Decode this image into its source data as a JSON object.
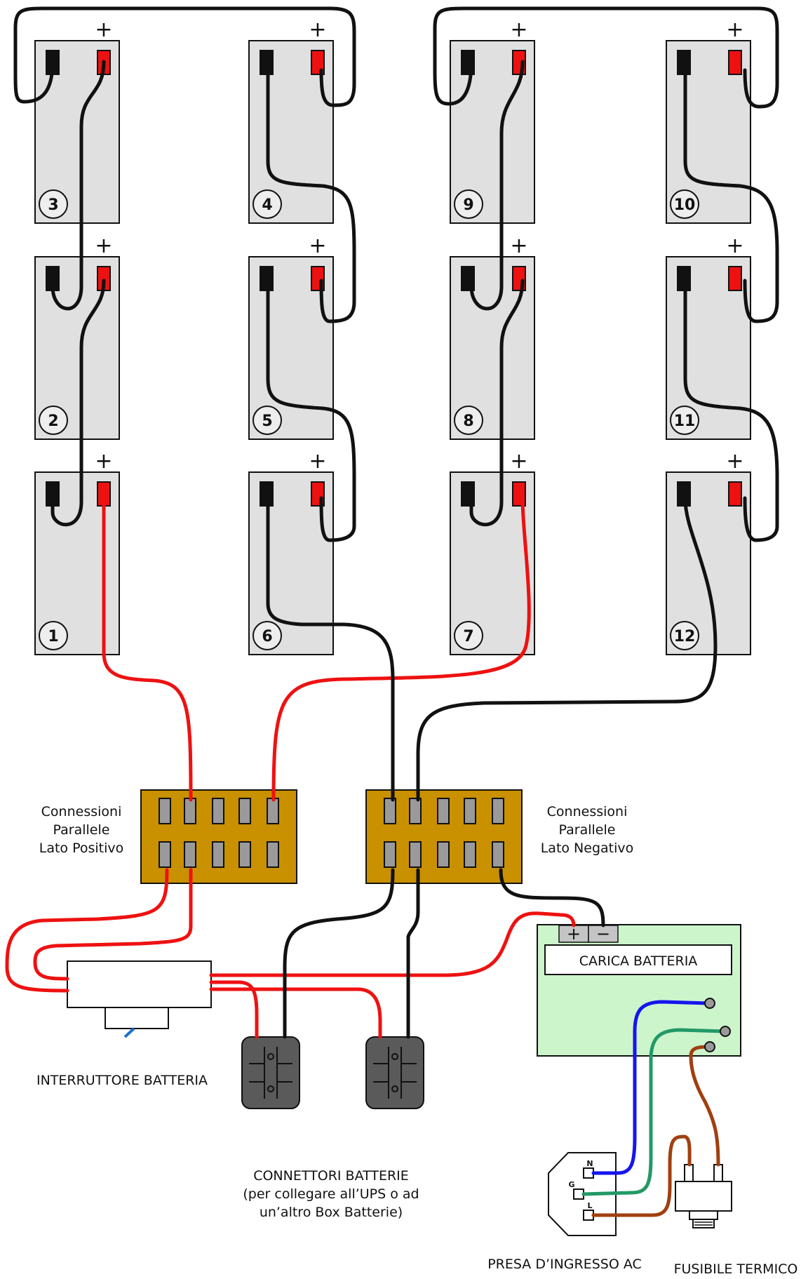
{
  "colors": {
    "battery_fill": "#e0e0e0",
    "bus_fill": "#c99000",
    "charger_fill": "#ccf5cc",
    "wire_red": "#ee1111",
    "wire_black": "#111111",
    "wire_blue": "#1515ee",
    "wire_green": "#229966",
    "wire_brown": "#a04010",
    "connector_fill": "#5a5a5a"
  },
  "batteries": [
    {
      "number": "1",
      "plus": "+"
    },
    {
      "number": "2",
      "plus": "+"
    },
    {
      "number": "3",
      "plus": "+"
    },
    {
      "number": "4",
      "plus": "+"
    },
    {
      "number": "5",
      "plus": "+"
    },
    {
      "number": "6",
      "plus": "+"
    },
    {
      "number": "7",
      "plus": "+"
    },
    {
      "number": "8",
      "plus": "+"
    },
    {
      "number": "9",
      "plus": "+"
    },
    {
      "number": "10",
      "plus": "+"
    },
    {
      "number": "11",
      "plus": "+"
    },
    {
      "number": "12",
      "plus": "+"
    }
  ],
  "labels": {
    "pos_bus": [
      "Connessioni",
      "Parallele",
      "Lato Positivo"
    ],
    "neg_bus": [
      "Connessioni",
      "Parallele",
      "Lato Negativo"
    ],
    "switch": "INTERRUTTORE BATTERIA",
    "connectors": [
      "CONNETTORI BATTERIE",
      "(per collegare all’UPS o ad",
      "un’altro Box Batterie)"
    ],
    "charger": "CARICA BATTERIA",
    "charger_plus": "+",
    "charger_minus": "−",
    "ac_inlet": "PRESA D’INGRESSO AC",
    "fuse": "FUSIBILE TERMICO",
    "pin_n": "N",
    "pin_g": "G",
    "pin_l": "L"
  }
}
